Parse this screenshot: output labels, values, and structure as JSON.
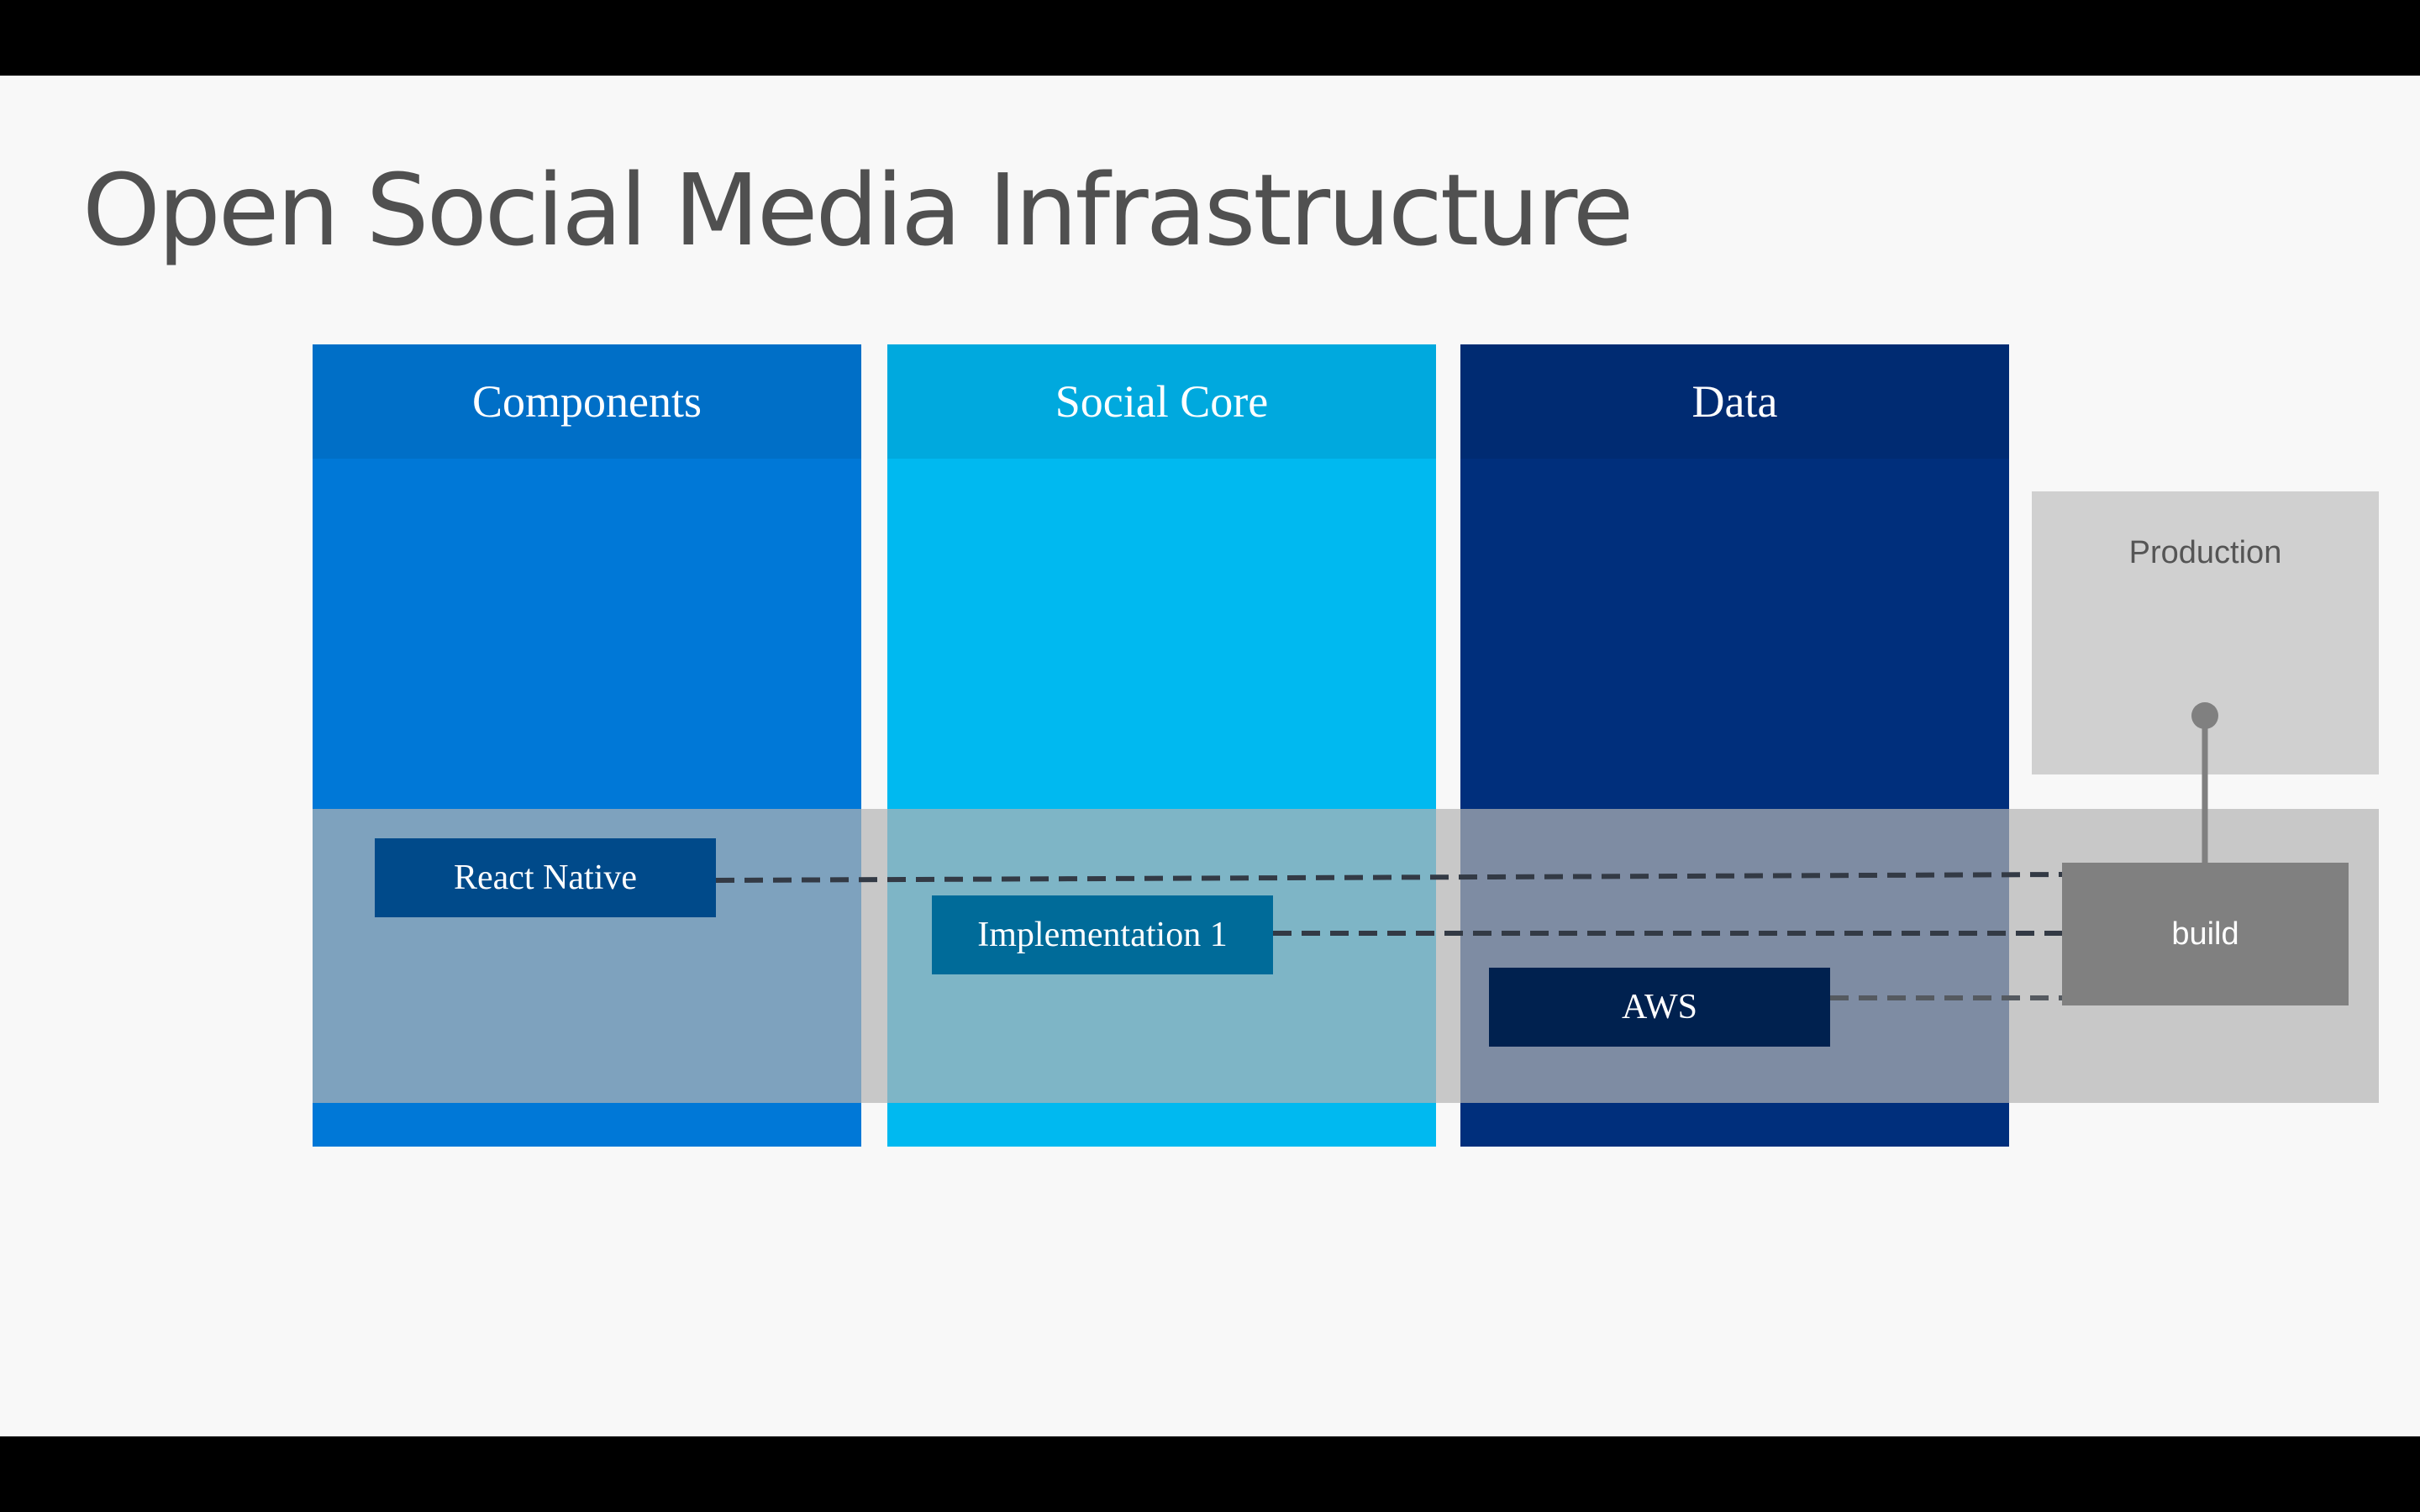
{
  "slide": {
    "title": "Open Social Media Infrastructure"
  },
  "columns": [
    {
      "label": "Components",
      "color": "#0078d7"
    },
    {
      "label": "Social Core",
      "color": "#00b9f0"
    },
    {
      "label": "Data",
      "color": "#002f7c"
    }
  ],
  "boxes": {
    "react_native": "React Native",
    "implementation": "Implementation 1",
    "aws": "AWS"
  },
  "production": {
    "label": "Production",
    "build_label": "build"
  }
}
